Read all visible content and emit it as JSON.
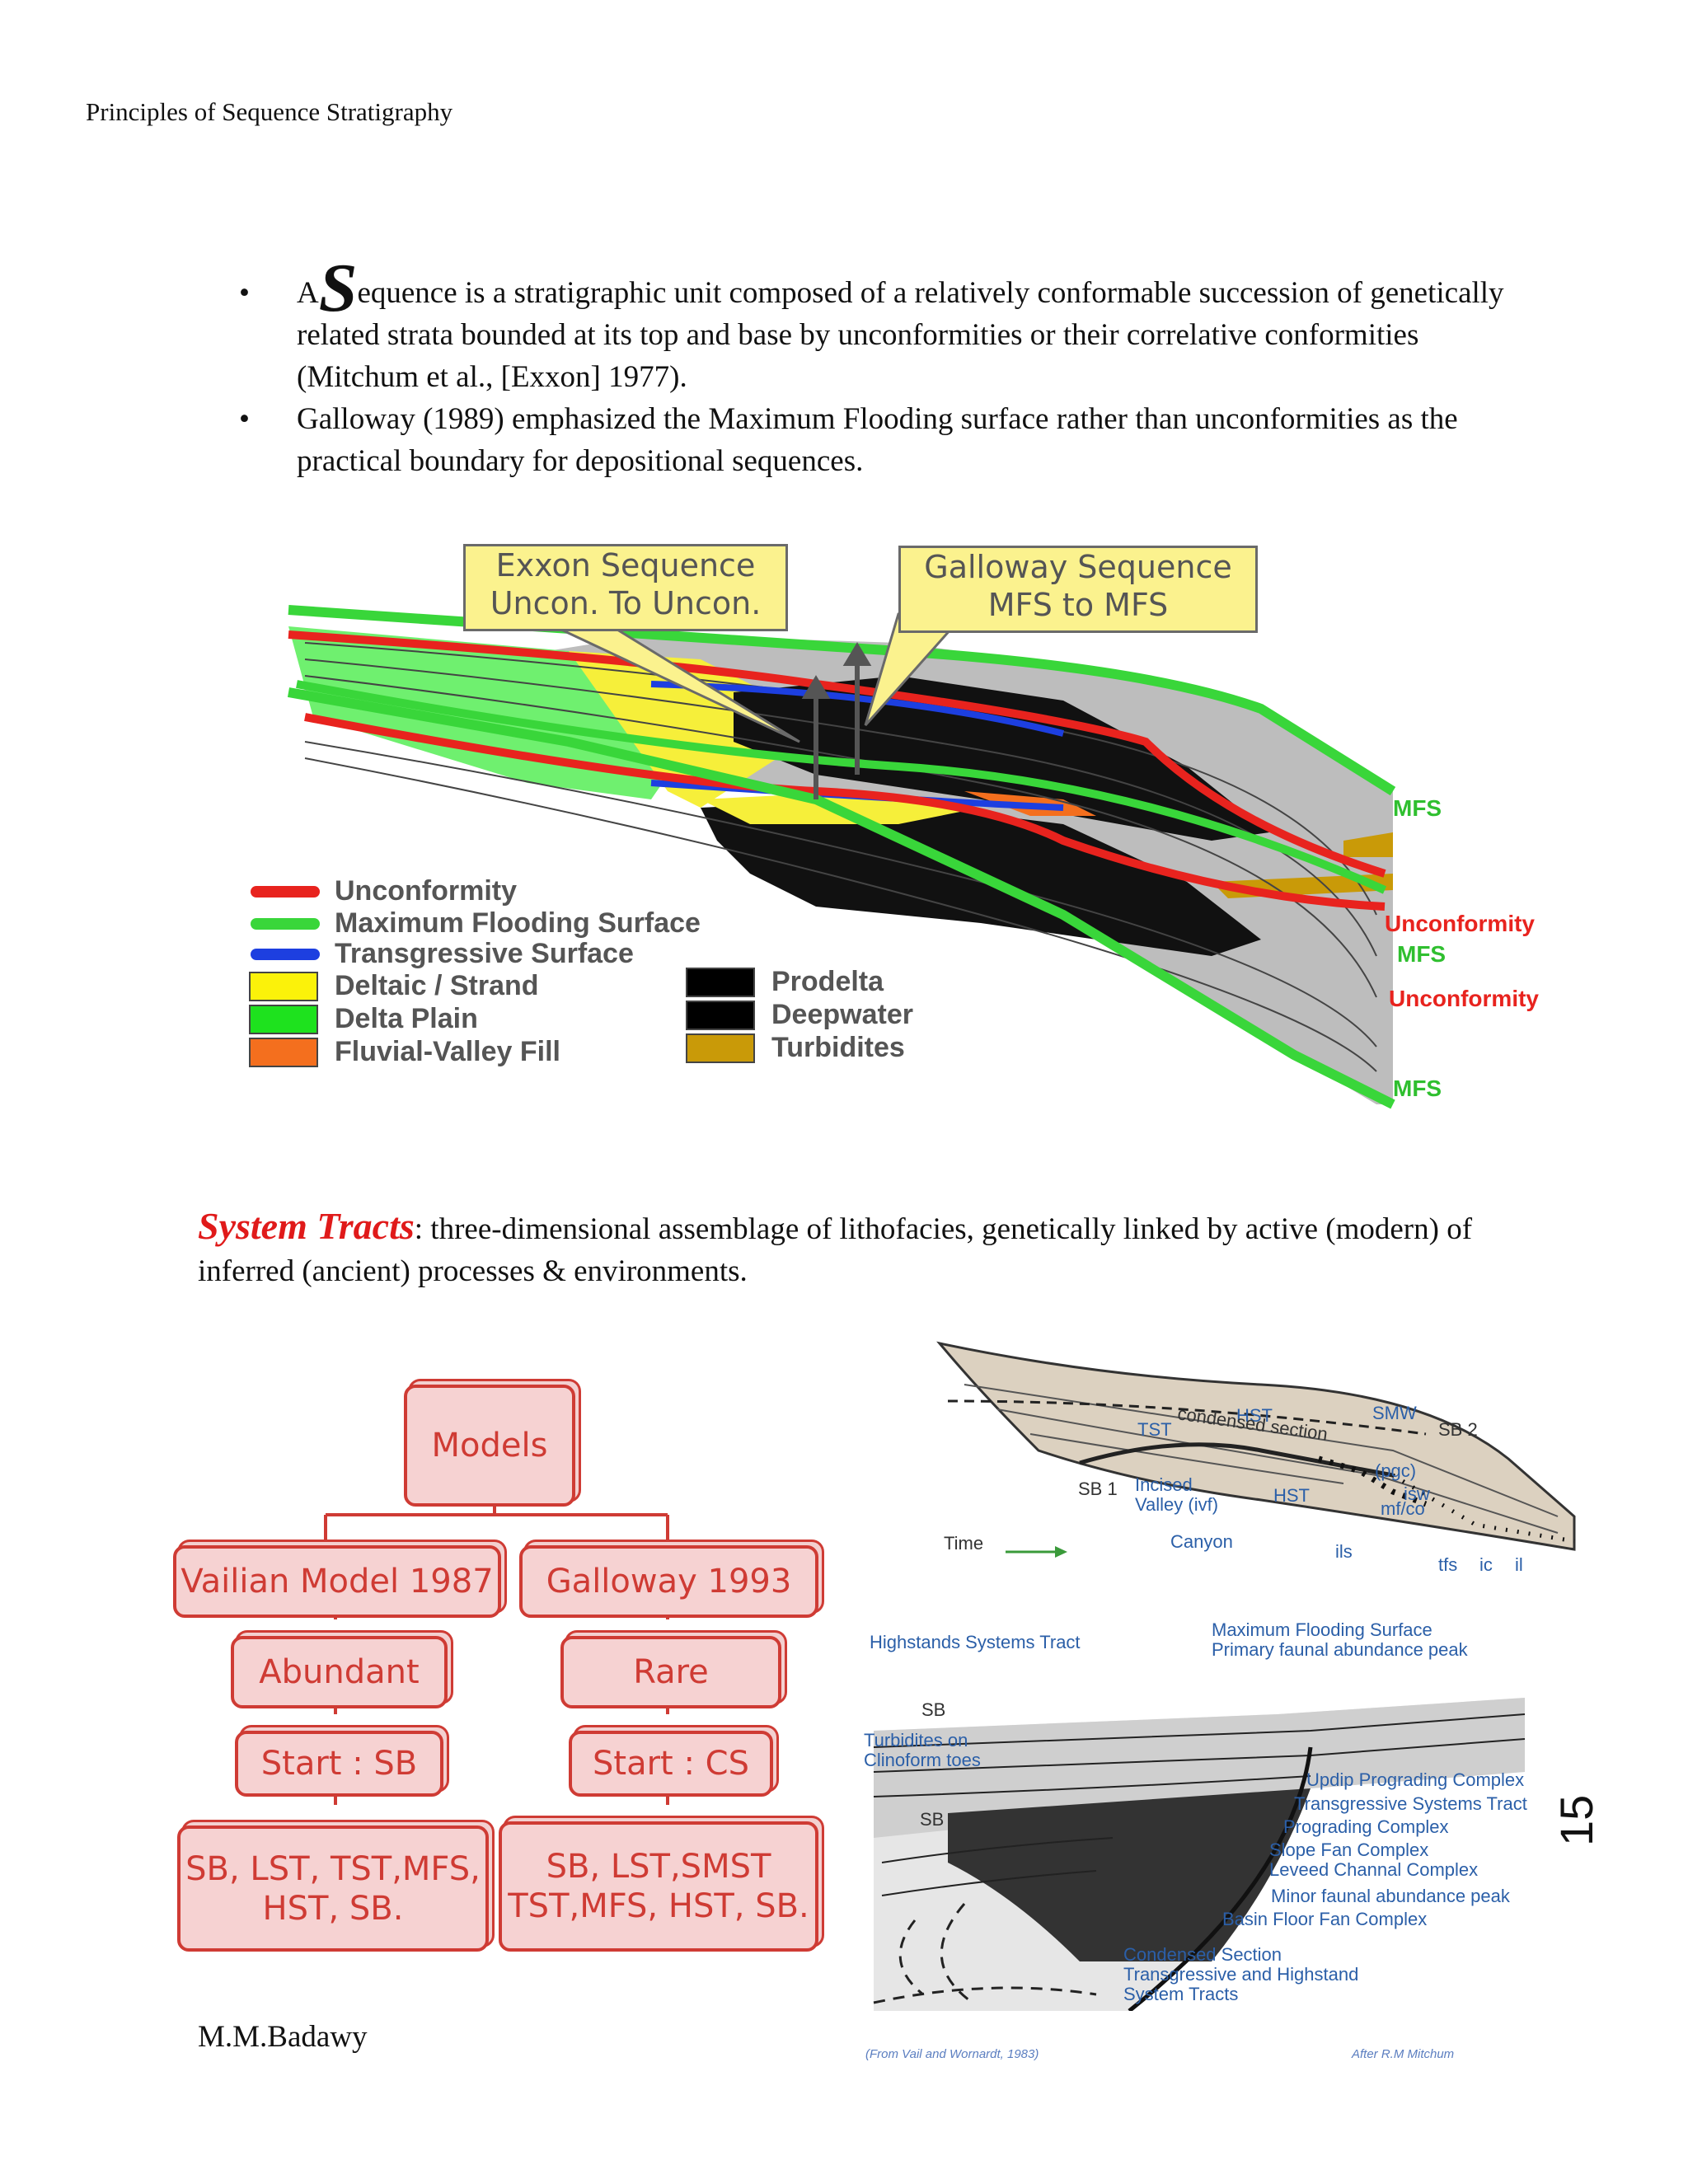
{
  "header": {
    "title": "Principles of Sequence Stratigraphy"
  },
  "bullets": {
    "b1_pre": "A",
    "b1_S": "S",
    "b1_rest": "equence is a stratigraphic unit composed of a relatively conformable succession of genetically related strata bounded at its top and base by unconformities or their correlative conformities (Mitchum et al., [Exxon] 1977).",
    "b2": "Galloway (1989) emphasized the Maximum Flooding surface rather than unconformities as the practical boundary for depositional sequences."
  },
  "figure1": {
    "callout_exxon": [
      "Exxon Sequence",
      "Uncon. To Uncon."
    ],
    "callout_galloway": [
      "Galloway Sequence",
      "MFS to MFS"
    ],
    "right_labels": {
      "mfs_top": "MFS",
      "unconformity_1": "Unconformity",
      "mfs_mid": "MFS",
      "unconformity_2": "Unconformity",
      "mfs_bottom": "MFS"
    },
    "legend": {
      "unconformity": "Unconformity",
      "mfs": "Maximum Flooding Surface",
      "ts": "Transgressive Surface",
      "deltaic": "Deltaic / Strand",
      "delta_plain": "Delta Plain",
      "fluvial": "Fluvial-Valley Fill",
      "prodelta": "Prodelta",
      "deepwater": "Deepwater",
      "turbidites": "Turbidites"
    },
    "colors": {
      "unconformity": "#e8231e",
      "mfs": "#39d63a",
      "ts": "#1d3fe0",
      "deltaic": "#fbf20a",
      "delta_plain": "#1ee21e",
      "fluvial": "#f46f1e",
      "prodelta": "#000000",
      "turbidites": "#c99a08"
    }
  },
  "system_tracts": {
    "title": "System Tracts",
    "text": ": three-dimensional assemblage of lithofacies, genetically linked by active (modern) of inferred (ancient) processes & environments."
  },
  "models": {
    "models": "Models",
    "vailian": "Vailian Model 1987",
    "galloway": "Galloway 1993",
    "abundant": "Abundant",
    "rare": "Rare",
    "start_sb": "Start : SB",
    "start_cs": "Start : CS",
    "seq_left": [
      "SB, LST, TST,MFS,",
      "HST, SB."
    ],
    "seq_right": [
      "SB, LST,SMST",
      "TST,MFS, HST, SB."
    ]
  },
  "figure2": {
    "top": {
      "hst": "HST",
      "tst": "TST",
      "condensed": "condensed section",
      "smw": "SMW",
      "sb2": "SB 2",
      "sb1": "SB 1",
      "incised": [
        "Incised",
        "Valley (ivf)"
      ],
      "hst2": "HST",
      "pgc": "(pgc)",
      "isw": "isw",
      "mfco": "mf/co",
      "time": "Time",
      "canyon": "Canyon",
      "ils": "ils",
      "tfs": "tfs",
      "ic": "ic",
      "il": "il"
    },
    "bottom": {
      "hst_tract": "Highstands Systems Tract",
      "mfs": [
        "Maximum Flooding Surface",
        "Primary faunal abundance peak"
      ],
      "sb_a": "SB",
      "turbidites": [
        "Turbidites on",
        "Clinoform toes"
      ],
      "sb_b": "SB",
      "updip": "Updip Prograding Complex",
      "tst": "Transgressive Systems Tract",
      "prog": "Prograding Complex",
      "slope": "Slope Fan Complex",
      "leveed": "Leveed Channal Complex",
      "minor": "Minor faunal abundance peak",
      "basin": "Basin Floor Fan Complex",
      "condensed": [
        "Condensed Section",
        "Transgressive and Highstand",
        "System Tracts"
      ],
      "credit_left": "(From Vail and Wornardt, 1983)",
      "credit_right": "After R.M Mitchum"
    }
  },
  "page_number": "15",
  "footer": {
    "author": "M.M.Badawy"
  }
}
